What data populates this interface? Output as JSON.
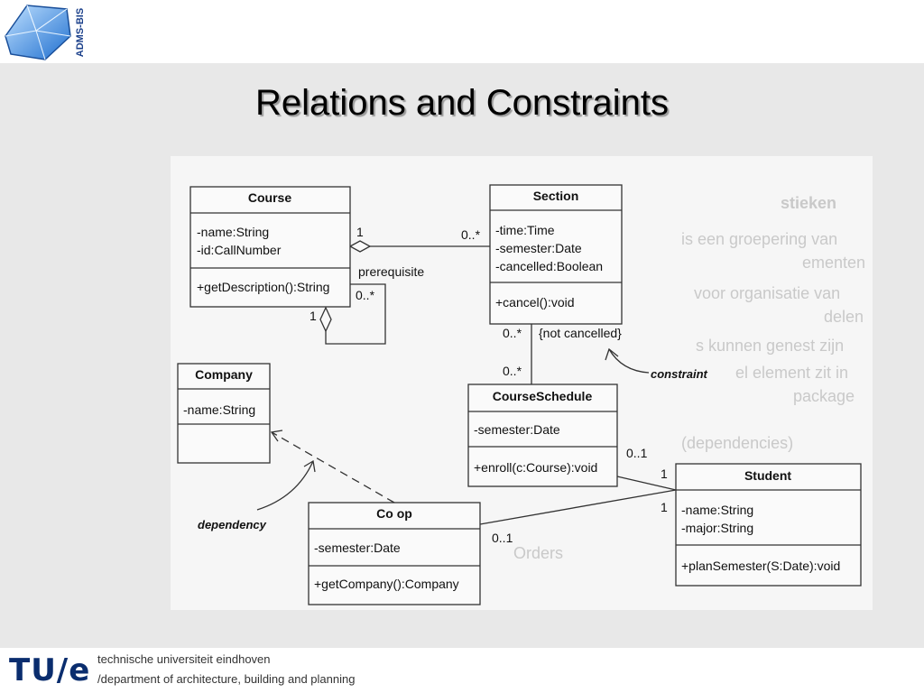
{
  "slide": {
    "title": "Relations and Constraints",
    "logo_text": "ADMS-BIS"
  },
  "footer": {
    "logo_text": "TU/e",
    "university": "technische universiteit eindhoven",
    "department": "/department of architecture, building and planning"
  },
  "diagram": {
    "classes": {
      "course": {
        "name": "Course",
        "attributes": [
          "-name:String",
          "-id:CallNumber"
        ],
        "operations": [
          "+getDescription():String"
        ]
      },
      "section": {
        "name": "Section",
        "attributes": [
          "-time:Time",
          "-semester:Date",
          "-cancelled:Boolean"
        ],
        "operations": [
          "+cancel():void"
        ]
      },
      "company": {
        "name": "Company",
        "attributes": [
          "-name:String"
        ],
        "operations": []
      },
      "courseschedule": {
        "name": "CourseSchedule",
        "attributes": [
          "-semester:Date"
        ],
        "operations": [
          "+enroll(c:Course):void"
        ]
      },
      "student": {
        "name": "Student",
        "attributes": [
          "-name:String",
          "-major:String"
        ],
        "operations": [
          "+planSemester(S:Date):void"
        ]
      },
      "coop": {
        "name": "Co op",
        "attributes": [
          "-semester:Date"
        ],
        "operations": [
          "+getCompany():Company"
        ]
      }
    },
    "labels": {
      "course_section_1": "1",
      "course_section_many": "0..*",
      "prerequisite": "prerequisite",
      "prereq_many": "0..*",
      "prereq_one": "1",
      "section_sched_top": "0..*",
      "section_sched_bottom": "0..*",
      "constraint_text": "{not cancelled}",
      "constraint_note": "constraint",
      "sched_student_01": "0..1",
      "sched_student_1": "1",
      "coop_student_1": "1",
      "coop_student_01": "0..1",
      "dependency_note": "dependency"
    },
    "background_text": [
      "stieken",
      "is een groepering van",
      "ementen",
      "voor organisatie van",
      "delen",
      "s kunnen genest zijn",
      "el element zit in",
      "package",
      "(dependencies)",
      "Orders"
    ]
  },
  "colors": {
    "background": "#e8e8e8",
    "diagram_bg": "#f6f6f6",
    "title_shadow": "#9a9a9a",
    "tue_blue": "#0a2d6e"
  }
}
